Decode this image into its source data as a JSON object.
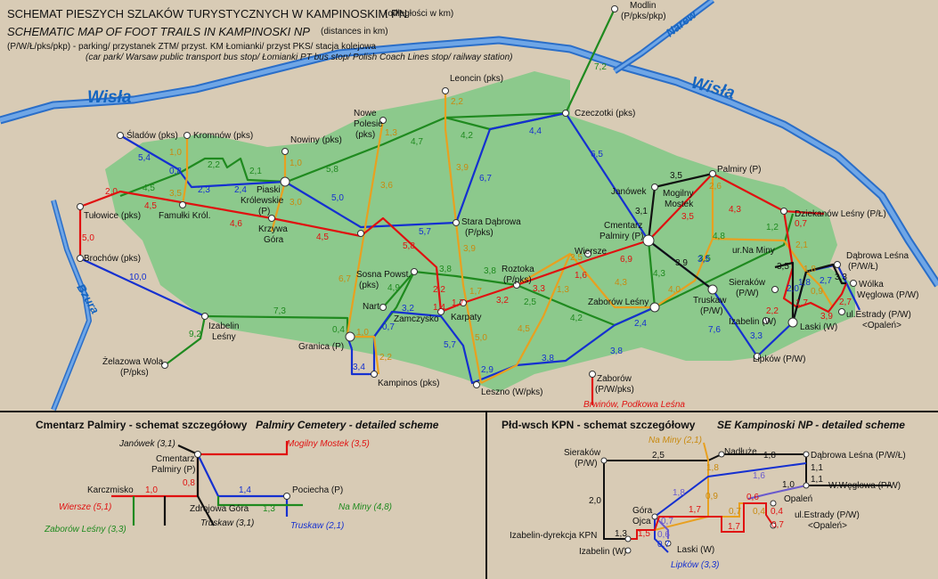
{
  "header": {
    "title_pl": "SCHEMAT PIESZYCH SZLAKÓW TURYSTYCZNYCH W KAMPINOSKIM PN",
    "title_pl_units": "(odległości w km)",
    "title_en": "SCHEMATIC MAP OF FOOT TRAILS IN KAMPINOSKI NP",
    "title_en_units": "(distances in km)",
    "legend_pl": "(P/W/Ł/pks/pkp) - parking/ przystanek ZTM/ przyst. KM Łomianki/ przyst PKS/ stacja kolejowa",
    "legend_en": "(car park/ Warsaw public transport bus stop/ Łomianki PT bus stop/ Polish Coach Lines stop/ railway station)"
  },
  "rivers": {
    "wisla1": "Wisła",
    "wisla2": "Wisła",
    "narew": "Narew",
    "bzura": "Bzura"
  },
  "colors": {
    "red": "#e01010",
    "green": "#1f8a1f",
    "blue": "#1530d0",
    "yellow": "#e8a020",
    "black": "#111111",
    "water": "#2a6ec8",
    "park": "#8cc98c",
    "land": "#d8cbb5"
  },
  "places": {
    "modlin": [
      "Modlin",
      "(P/pks/pkp)"
    ],
    "leoncin": [
      "Leoncin (pks)"
    ],
    "czeczotki": [
      "Czeczotki (pks)"
    ],
    "sladow": [
      "Śladów (pks)"
    ],
    "kromnow": [
      "Kromnów (pks)"
    ],
    "nowe_polesie": [
      "Nowe",
      "Polesie",
      "(pks)"
    ],
    "nowiny": [
      "Nowiny (pks)"
    ],
    "piaski": [
      "Piaski",
      "Królewskie",
      "(P)"
    ],
    "famulki": [
      "Famułki Król."
    ],
    "tulowice": [
      "Tułowice (pks)"
    ],
    "brochow": [
      "Brochów (pks)"
    ],
    "krzywa": [
      "Krzywa",
      "Góra"
    ],
    "stara_dabrowa": [
      "Stara Dąbrowa",
      "(P/pks)"
    ],
    "palmiry": [
      "Palmiry (P)"
    ],
    "janowek": [
      "Janówek"
    ],
    "mogilny": [
      "Mogilny",
      "Mostek"
    ],
    "cmentarz": [
      "Cmentarz",
      "Palmiry (P)"
    ],
    "dziekanow": [
      "Dziekanów Leśny (P/Ł)"
    ],
    "na_miny": [
      "ur.Na Miny"
    ],
    "dabrowa_lesna": [
      "Dąbrowa Leśna",
      "(P/W/Ł)"
    ],
    "wolka": [
      "Wólka",
      "Węglowa (P/W)"
    ],
    "sierakow": [
      "Sieraków",
      "(P/W)"
    ],
    "izabelin_w": [
      "Izabelin (W)"
    ],
    "laski": [
      "Laski (W)"
    ],
    "ul_estrady": [
      "ul.Estrady (P/W)",
      "<Opaleń>"
    ],
    "truskaw": [
      "Truskaw",
      "(P/W)"
    ],
    "wiersze": [
      "Wiersze"
    ],
    "roztoka": [
      "Roztoka",
      "(P/pks)"
    ],
    "zaborow_lesny": [
      "Zaborów Leśny"
    ],
    "sosna": [
      "Sosna Powst.",
      "(pks)"
    ],
    "nart": [
      "Nart"
    ],
    "zamczysko": [
      "Zamczysko"
    ],
    "karpaty": [
      "Karpaty"
    ],
    "izabelin_lesny": [
      "Izabelin",
      "Leśny"
    ],
    "granica": [
      "Granica (P)"
    ],
    "zelazowa": [
      "Żelazowa Wola",
      "(P/pks)"
    ],
    "kampinos": [
      "Kampinos (pks)"
    ],
    "leszno": [
      "Leszno (W/pks)"
    ],
    "zaborow": [
      "Zaborów",
      "(P/W/pks)"
    ],
    "brwinow": [
      "Brwinów, Podkowa Leśna"
    ],
    "lipkow": [
      "Lipków (P/W)"
    ]
  },
  "distances_main": {
    "red": [
      "2,0",
      "4,5",
      "4,6",
      "4,5",
      "5,0",
      "5,8",
      "2,2",
      "1,4",
      "1,7",
      "3,2",
      "3,3",
      "1,6",
      "6,9",
      "3,5",
      "4,3",
      "0,7",
      "2,2",
      "1,7",
      "3,9",
      "2,7"
    ],
    "green": [
      "4,5",
      "2,2",
      "2,1",
      "5,8",
      "4,7",
      "4,2",
      "7,2",
      "1,2",
      "4,8",
      "3,8",
      "3,8",
      "2,5",
      "4,2",
      "4,3",
      "7,3",
      "9,2",
      "4,9",
      "0,4",
      "3,5"
    ],
    "blue": [
      "5,4",
      "0,8",
      "2,3",
      "2,4",
      "5,0",
      "5,7",
      "6,7",
      "4,4",
      "6,5",
      "3,5",
      "7,6",
      "3,3",
      "2,0",
      "2,7",
      "3,4",
      "5,7",
      "2,9",
      "3,8",
      "3,8",
      "2,4",
      "10,0",
      "3,2",
      "0,7",
      "1,8"
    ],
    "yellow": [
      "1,0",
      "3,5",
      "1,0",
      "3,0",
      "1,3",
      "3,6",
      "2,2",
      "3,9",
      "3,9",
      "1,7",
      "5,0",
      "4,5",
      "1,3",
      "4,3",
      "2,5",
      "4,0",
      "2,6",
      "2,1",
      "1,8",
      "0,9",
      "6,7",
      "1,0",
      "2,2"
    ],
    "black": [
      "3,5",
      "3,1",
      "3,9",
      "3,5",
      "3,3"
    ]
  },
  "inset_left": {
    "title_pl": "Cmentarz Palmiry - schemat szczegółowy",
    "title_en": "Palmiry Cemetery - detailed scheme",
    "janowek": "Janówek (3,1)",
    "mogilny": "Mogilny Mostek (3,5)",
    "cmentarz": [
      "Cmentarz",
      "Palmiry (P)"
    ],
    "karczmisko": "Karczmisko",
    "wiersze": "Wiersze (5,1)",
    "zaborow": "Zaborów Leśny (3,3)",
    "zdrojowa": "Zdrojowa Góra",
    "truskaw": "Truskaw (3,1)",
    "pociecha": "Pociecha (P)",
    "na_miny": "Na Miny (4,8)",
    "truskaw_blue": "Truskaw (2,1)",
    "d_red1": "1,0",
    "d_red2": "0,8",
    "d_blue": "1,4",
    "d_green": "1,3"
  },
  "inset_right": {
    "title_pl": "Płd-wsch KPN - schemat szczegółowy",
    "title_en": "SE Kampinoski NP - detailed scheme",
    "na_miny": "Na Miny (2,1)",
    "nadluze": "Nadłuże",
    "dabrowa": "Dąbrowa Leśna (P/W/Ł)",
    "sierakow": [
      "Sieraków",
      "(P/W)"
    ],
    "wweglowa": "W.Węglowa (P/W)",
    "opalen": "Opaleń",
    "ul_estrady": [
      "ul.Estrady (P/W)",
      "<Opaleń>"
    ],
    "gora_ojca": [
      "Góra",
      "Ojca"
    ],
    "izabelin_dyr": "Izabelin-dyrekcja KPN",
    "izabelin_w": "Izabelin (W)",
    "laski": "Laski (W)",
    "lipkow": "Lipków (3,3)",
    "d": [
      "2,5",
      "1,8",
      "1,8",
      "1,6",
      "1,1",
      "1,0",
      "1,1",
      "2,0",
      "1,8",
      "0,9",
      "1,7",
      "0,7",
      "0,6",
      "0,4",
      "0,4",
      "0,7",
      "1,7",
      "1,3",
      "1,5",
      "0,6",
      "0,7",
      "0,7"
    ]
  }
}
